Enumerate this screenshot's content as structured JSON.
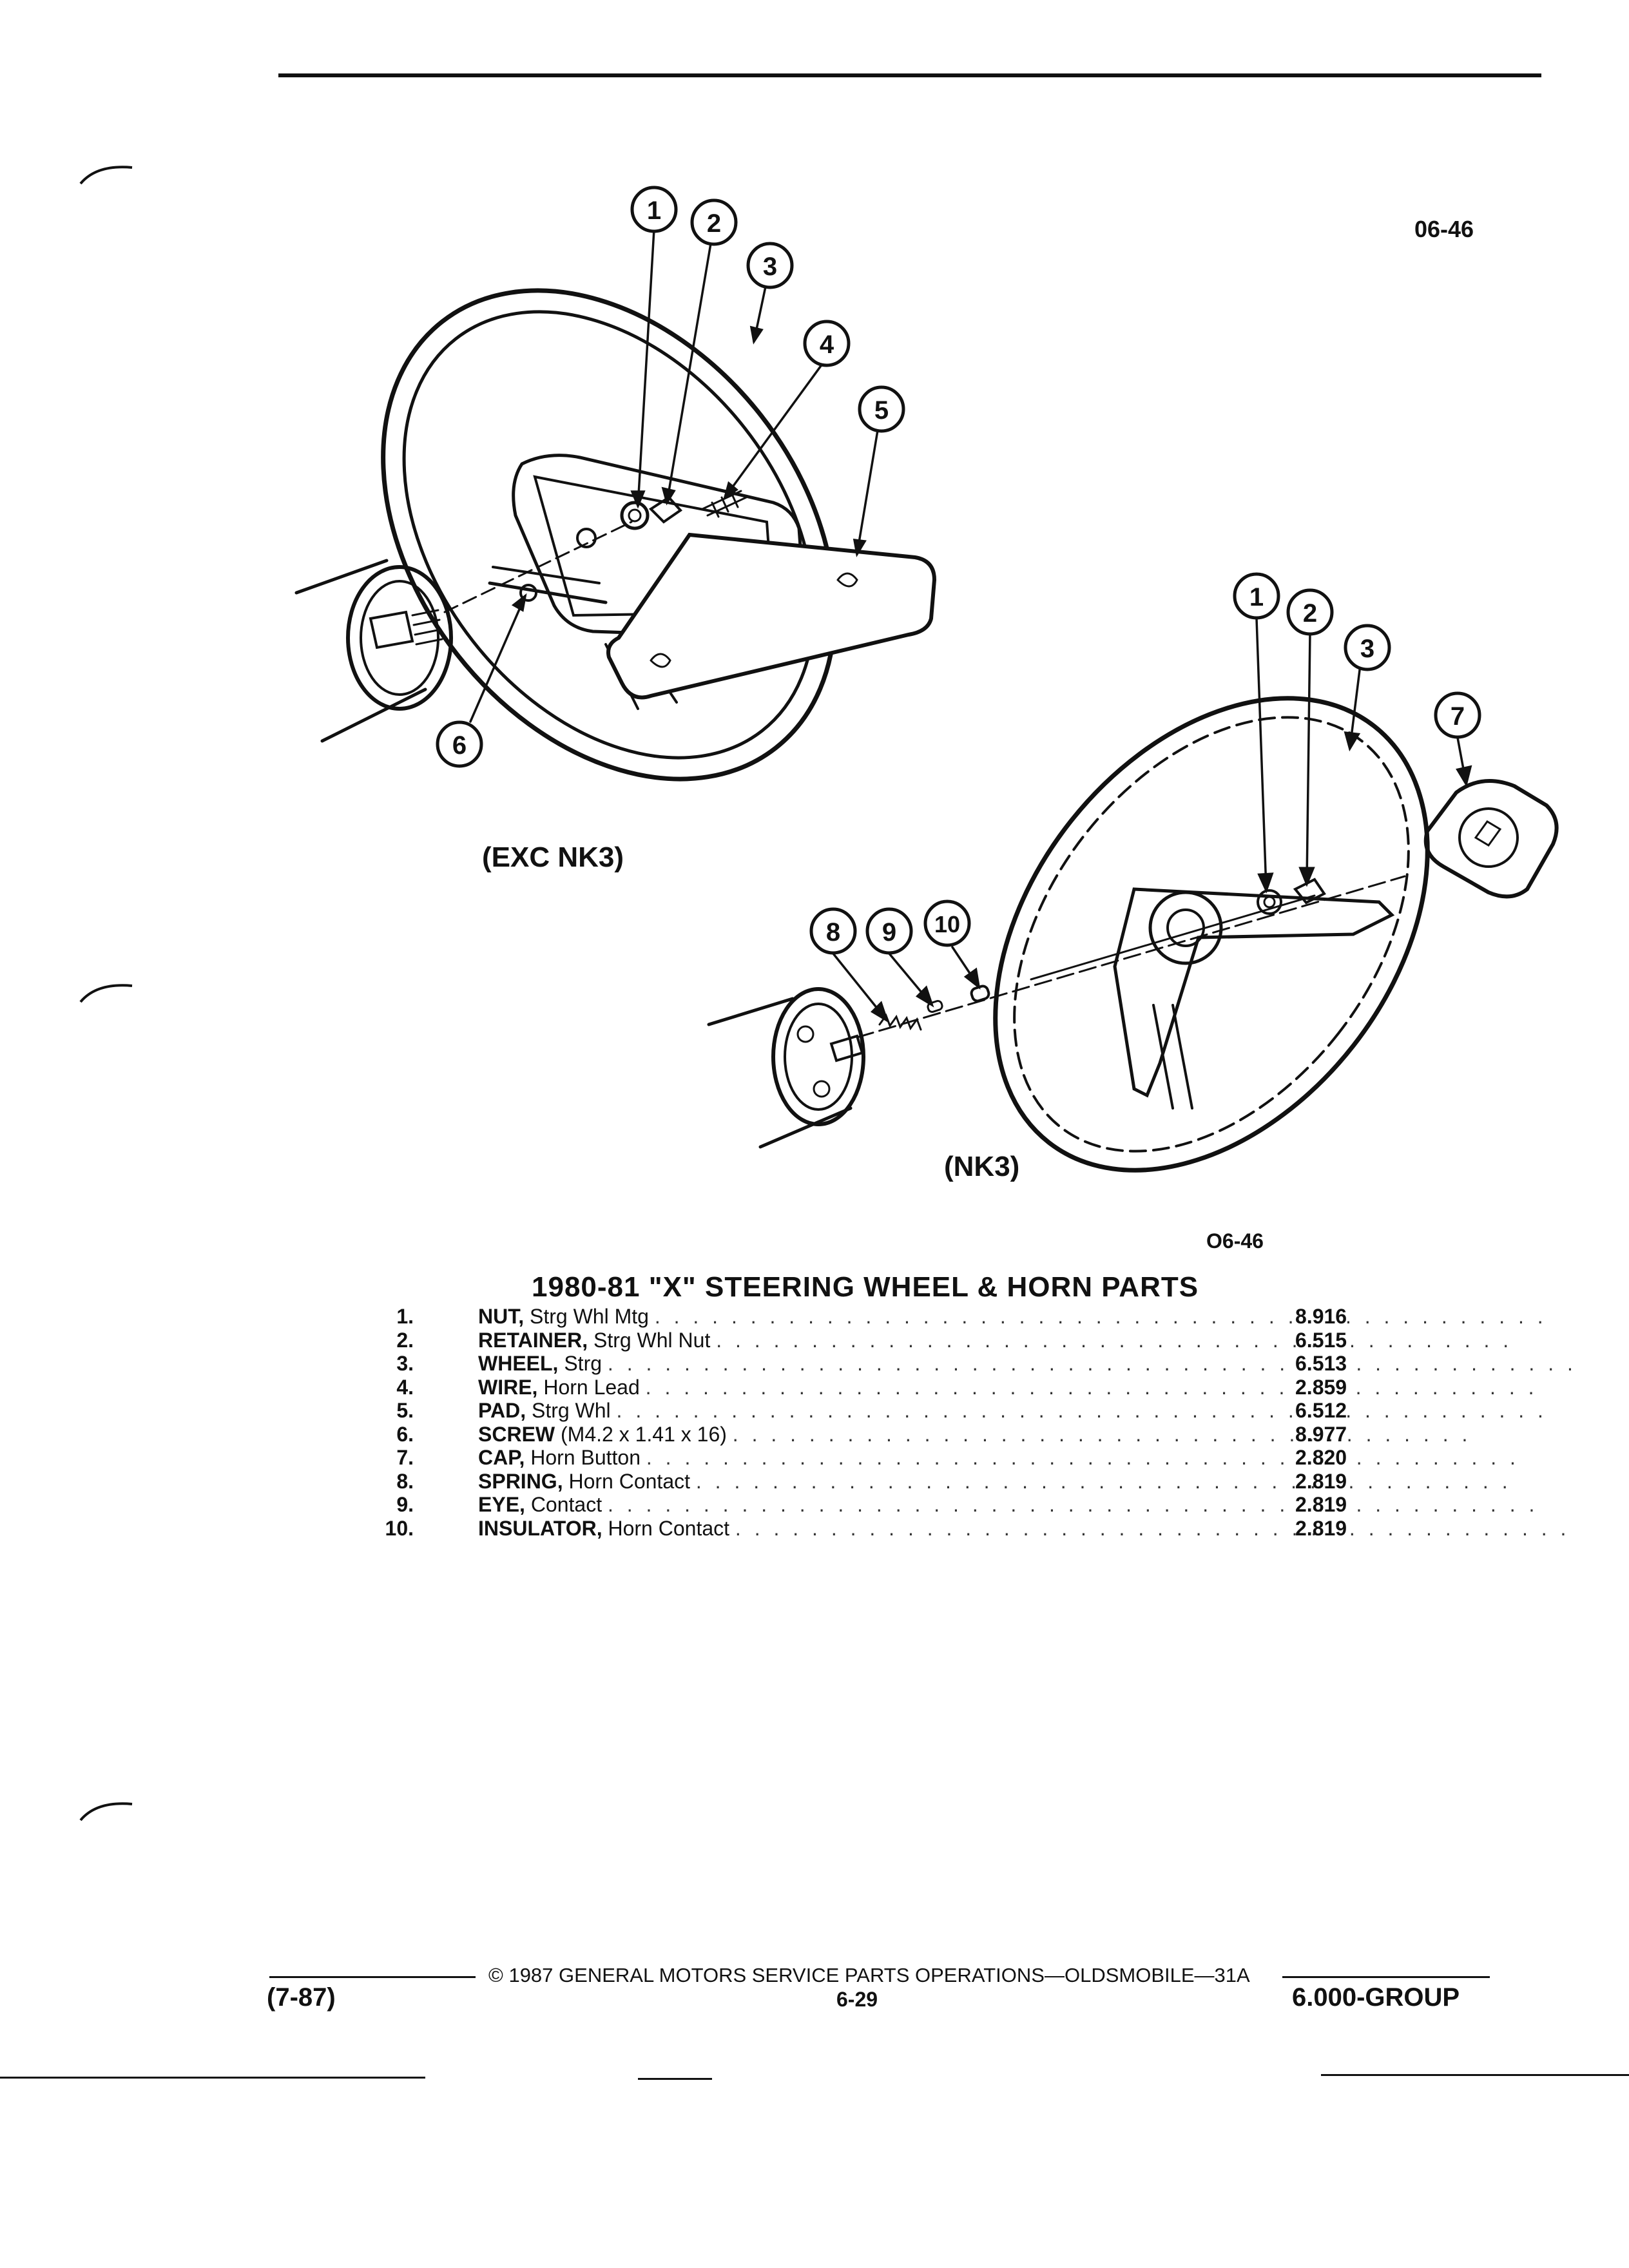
{
  "figure": {
    "code_top": "06-46",
    "code_bottom": "O6-46",
    "label_left": "(EXC NK3)",
    "label_right": "(NK3)",
    "callouts_left": [
      "1",
      "2",
      "3",
      "4",
      "5",
      "6"
    ],
    "callouts_right": [
      "1",
      "2",
      "3",
      "7",
      "8",
      "9",
      "10"
    ]
  },
  "section_title": "1980-81 \"X\" STEERING WHEEL & HORN PARTS",
  "parts": [
    {
      "num": "1.",
      "name": "NUT,",
      "desc": " Strg Whl Mtg",
      "code": "8.916"
    },
    {
      "num": "2.",
      "name": "RETAINER,",
      "desc": " Strg Whl Nut",
      "code": "6.515"
    },
    {
      "num": "3.",
      "name": "WHEEL,",
      "desc": " Strg",
      "code": "6.513"
    },
    {
      "num": "4.",
      "name": "WIRE,",
      "desc": " Horn Lead",
      "code": "2.859"
    },
    {
      "num": "5.",
      "name": "PAD,",
      "desc": " Strg Whl",
      "code": "6.512"
    },
    {
      "num": "6.",
      "name": "SCREW",
      "desc": " (M4.2 x 1.41 x 16)",
      "code": "8.977"
    },
    {
      "num": "7.",
      "name": "CAP,",
      "desc": " Horn Button",
      "code": "2.820"
    },
    {
      "num": "8.",
      "name": "SPRING,",
      "desc": " Horn Contact",
      "code": "2.819"
    },
    {
      "num": "9.",
      "name": "EYE,",
      "desc": " Contact",
      "code": "2.819"
    },
    {
      "num": "10.",
      "name": "INSULATOR,",
      "desc": " Horn Contact",
      "code": "2.819"
    }
  ],
  "footer": {
    "copyright": "© 1987 GENERAL MOTORS SERVICE PARTS OPERATIONS—OLDSMOBILE—31A",
    "page_number": "6-29",
    "date_code": "(7-87)",
    "group": "6.000-GROUP"
  }
}
